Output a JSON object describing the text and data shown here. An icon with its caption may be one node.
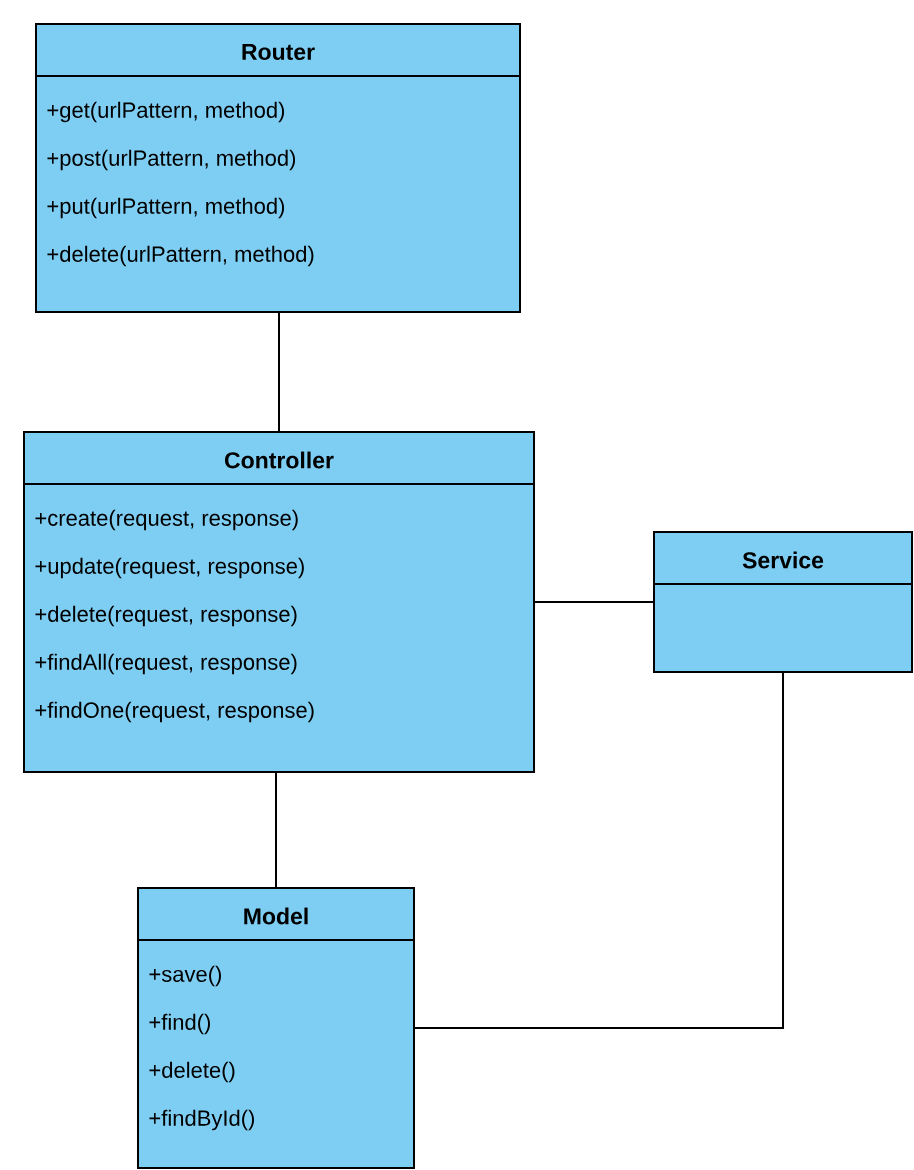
{
  "diagram": {
    "nodes": [
      {
        "text": [
          "Router",
          "+get(urlPattern, method)",
          "+post(urlPattern, method)",
          "+put(urlPattern, method)",
          "+delete(urlPattern, method)"
        ]
      },
      {
        "text": [
          "Controller",
          "+create(request, response)",
          "+update(request, response)",
          "+delete(request, response)",
          "+findAll(request, response)",
          "+findOne(request, response)"
        ]
      },
      {
        "text": [
          "Service"
        ]
      },
      {
        "text": [
          "Model",
          "+save()",
          "+find()",
          "+delete()",
          "+findById()"
        ]
      }
    ],
    "edges": [
      {
        "from": 0,
        "to": 1,
        "arrow": "none"
      },
      {
        "from": 1,
        "to": 2,
        "arrow": "none"
      },
      {
        "from": 1,
        "to": 3,
        "arrow": "none"
      },
      {
        "from": 2,
        "to": 3,
        "arrow": "none"
      }
    ]
  }
}
